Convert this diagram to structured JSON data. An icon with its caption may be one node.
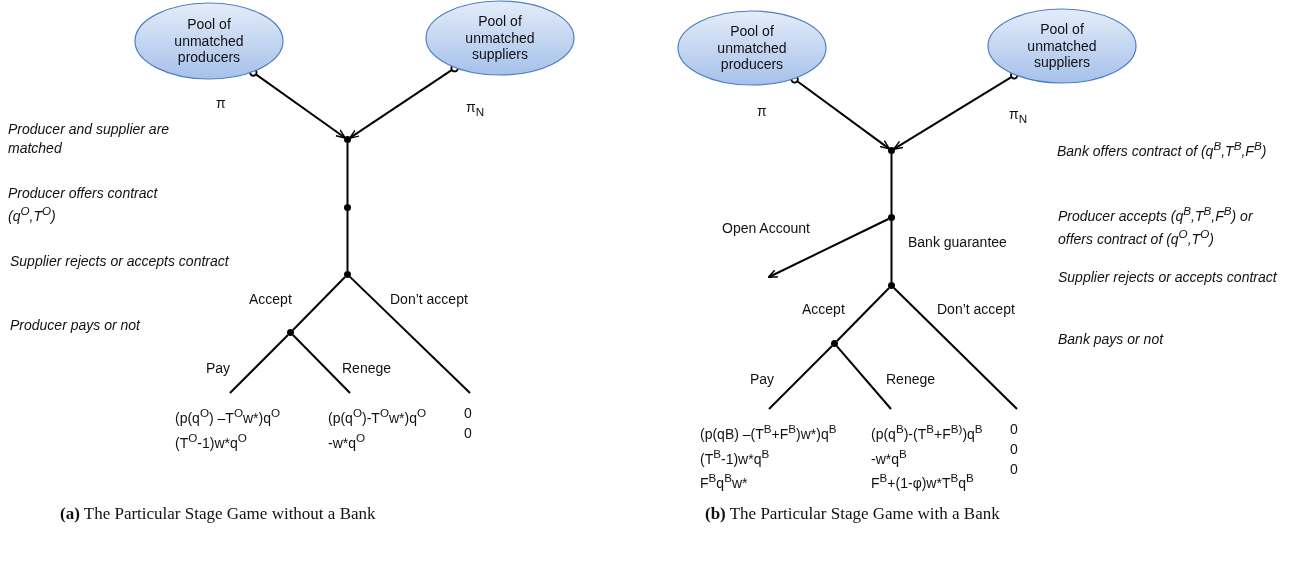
{
  "diagram": {
    "nodes": [
      {
        "text": [
          "Pool of unmatched producers"
        ]
      },
      {
        "text": [
          "Pool of unmatched suppliers"
        ]
      },
      {
        "text": [],
        "shape": "circle"
      },
      {
        "text": [],
        "shape": "circle"
      },
      {
        "text": [],
        "shape": "circle"
      },
      {
        "text": [],
        "shape": "circle"
      },
      {
        "text": [
          "(p(q$^{O}$) –T$^{O}$w*)q$^{O}$",
          "(T$^{O}$-1)w*q$^{O}$"
        ]
      },
      {
        "text": [
          "(p(q$^{O}$)-T$^{O}$w*)q$^{O}$",
          "-w*q$^{O}$"
        ]
      },
      {
        "text": [
          "0",
          "0"
        ]
      },
      {
        "text": [
          "Pool of unmatched producers"
        ]
      },
      {
        "text": [
          "Pool of unmatched suppliers"
        ]
      },
      {
        "text": [],
        "shape": "circle"
      },
      {
        "text": [],
        "shape": "circle"
      },
      {
        "text": [],
        "shape": "circle"
      },
      {
        "text": [],
        "shape": "circle"
      },
      {
        "text": [
          "(p(qB) –(T$^{B}$+F$^{B}$)w*)q$^{B}$",
          "(T$^{B}$-1)w*q$^{B}$",
          "F$^{B}$q$^{B}$w*"
        ]
      },
      {
        "text": [
          "(p(q$^{B}$)-(T$^{B}$+F$^{B)}$)q$^{B}$",
          "-w*q$^{B}$",
          "F$^{B}$+(1-φ)w*T$^{B}$q$^{B}$"
        ]
      },
      {
        "text": [
          "0",
          "0",
          "0"
        ]
      }
    ],
    "edges": [
      {
        "from": 0,
        "to": 2,
        "arrow": "to",
        "label": "π"
      },
      {
        "from": 1,
        "to": 2,
        "arrow": "to",
        "label": "π$_{N}$"
      },
      {
        "from": 2,
        "to": 3,
        "arrow": "none"
      },
      {
        "from": 3,
        "to": 4,
        "arrow": "none"
      },
      {
        "from": 4,
        "to": 5,
        "arrow": "none",
        "label": "Accept"
      },
      {
        "from": 4,
        "to": 8,
        "arrow": "none",
        "label": "Don’t accept"
      },
      {
        "from": 5,
        "to": 6,
        "arrow": "none",
        "label": "Pay"
      },
      {
        "from": 5,
        "to": 7,
        "arrow": "none",
        "label": "Renege"
      },
      {
        "from": 9,
        "to": 11,
        "arrow": "to",
        "label": "π"
      },
      {
        "from": 10,
        "to": 11,
        "arrow": "to",
        "label": "π$_{N}$"
      },
      {
        "from": 11,
        "to": 12,
        "arrow": "none"
      },
      {
        "from": 12,
        "to": null,
        "arrow": "to",
        "label": "Open Account"
      },
      {
        "from": 12,
        "to": 13,
        "arrow": "none",
        "label": "Bank guarantee"
      },
      {
        "from": 13,
        "to": 14,
        "arrow": "none",
        "label": "Accept"
      },
      {
        "from": 13,
        "to": 17,
        "arrow": "none",
        "label": "Don’t accept"
      },
      {
        "from": 14,
        "to": 15,
        "arrow": "none",
        "label": "Pay"
      },
      {
        "from": 14,
        "to": 16,
        "arrow": "none",
        "label": "Renege"
      }
    ],
    "labels": [
      "Producer and supplier are matched",
      "Producer offers contract (q$^{O}$,T$^{O}$)",
      "Supplier rejects or accepts contract",
      "Producer pays or not",
      "Bank offers contract of (q$^{B}$,T$^{B}$,F$^{B}$)",
      "Producer accepts (q$^{B}$,T$^{B}$,F$^{B}$) or offers contract of (q$^{O}$,T$^{O}$)",
      "Supplier rejects or accepts contract",
      "Bank pays or not",
      "**(a)** The Particular Stage Game without a Bank",
      "**(b)** The Particular Stage Game with a Bank"
    ]
  }
}
